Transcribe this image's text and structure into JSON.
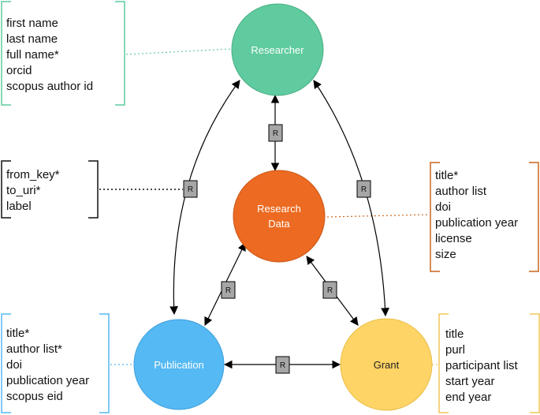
{
  "nodes": {
    "researcher": {
      "label": "Researcher",
      "color": "#5fcb9e"
    },
    "research_data": {
      "label_line1": "Research",
      "label_line2": "Data",
      "color": "#ec6a21"
    },
    "publication": {
      "label": "Publication",
      "color": "#55b9f3"
    },
    "grant": {
      "label": "Grant",
      "color": "#fed466"
    }
  },
  "attributes": {
    "researcher": [
      "first name",
      "last name",
      "full name*",
      "orcid",
      "scopus author id"
    ],
    "relationship": [
      "from_key*",
      "to_uri*",
      "label"
    ],
    "research_data": [
      "title*",
      "author list",
      "doi",
      "publication year",
      "license",
      "size"
    ],
    "publication": [
      "title*",
      "author list*",
      "doi",
      "publication year",
      "scopus eid"
    ],
    "grant": [
      "title",
      "purl",
      "participant list",
      "start year",
      "end year"
    ]
  },
  "relationship_label": "R"
}
